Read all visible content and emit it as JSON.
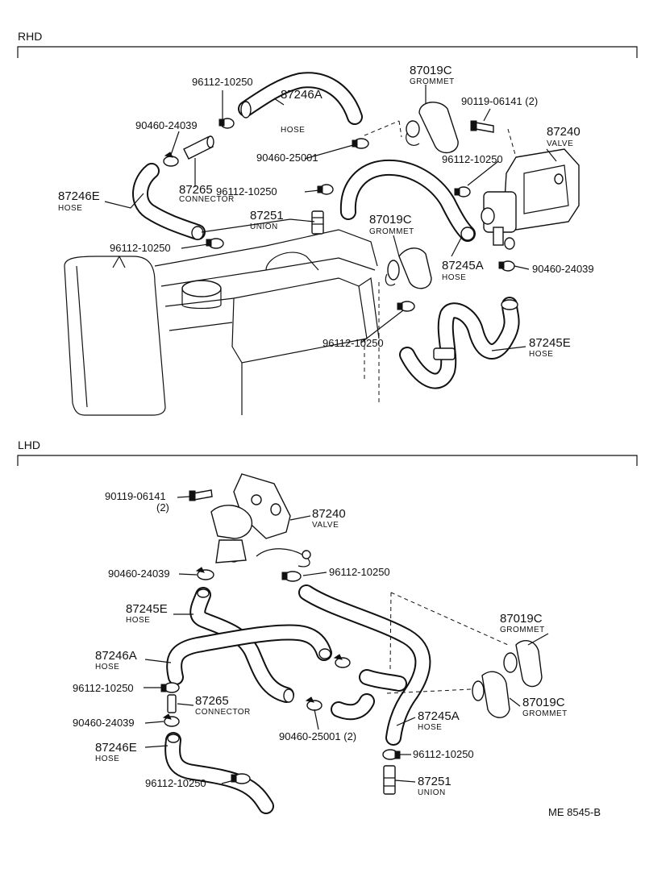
{
  "sections": {
    "rhd": "RHD",
    "lhd": "LHD"
  },
  "code": "ME  8545-B",
  "rhd": {
    "clamp_top": "96112-10250",
    "hose_87246a_num": "87246A",
    "hose_87246a_name": "HOSE",
    "grommet_top_num": "87019C",
    "grommet_top_name": "GROMMET",
    "bolt": "90119-06141  (2)",
    "clamp_90460_24039": "90460-24039",
    "clamp_90460_25001": "90460-25001",
    "valve_num": "87240",
    "valve_name": "VALVE",
    "clamp_valve": "96112-10250",
    "connector_num": "87265",
    "connector_name": "CONNECTOR",
    "clamp_mid": "96112-10250",
    "hose_87246e_num": "87246E",
    "hose_87246e_name": "HOSE",
    "union_num": "87251",
    "union_name": "UNION",
    "grommet_mid_num": "87019C",
    "grommet_mid_name": "GROMMET",
    "clamp_left": "96112-10250",
    "hose_87245a_num": "87245A",
    "hose_87245a_name": "HOSE",
    "clamp_valve_right": "90460-24039",
    "clamp_bottom": "96112-10250",
    "hose_87245e_num": "87245E",
    "hose_87245e_name": "HOSE"
  },
  "lhd": {
    "bolt": "90119-06141",
    "bolt_qty": "(2)",
    "valve_num": "87240",
    "valve_name": "VALVE",
    "clamp_90460_24039_top": "90460-24039",
    "clamp_96112_top": "96112-10250",
    "hose_87245e_num": "87245E",
    "hose_87245e_name": "HOSE",
    "grommet_top_num": "87019C",
    "grommet_top_name": "GROMMET",
    "hose_87246a_num": "87246A",
    "hose_87246a_name": "HOSE",
    "clamp_96112_mid": "96112-10250",
    "connector_num": "87265",
    "connector_name": "CONNECTOR",
    "grommet_bot_num": "87019C",
    "grommet_bot_name": "GROMMET",
    "clamp_90460_24039_bot": "90460-24039",
    "clamp_90460_25001": "90460-25001  (2)",
    "hose_87245a_num": "87245A",
    "hose_87245a_name": "HOSE",
    "hose_87246e_num": "87246E",
    "hose_87246e_name": "HOSE",
    "clamp_96112_right": "96112-10250",
    "union_num": "87251",
    "union_name": "UNION",
    "clamp_96112_bot": "96112-10250"
  }
}
